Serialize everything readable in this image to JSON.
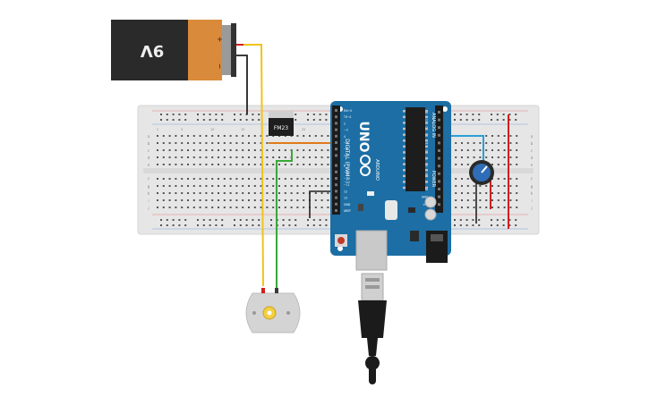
{
  "battery": {
    "label": "9V",
    "plus": "+",
    "minus": "−"
  },
  "mosfet": {
    "label": "FM23"
  },
  "arduino": {
    "brand": "UNO",
    "logo_text": "ARDUINO",
    "digital_label": "DIGITAL (PWM~)",
    "analog_label": "ANALOG IN",
    "power_label": "POWER",
    "pin_labels_top": [
      "AREF",
      "GND",
      "13",
      "12",
      "~11",
      "~10",
      "~9",
      "8"
    ],
    "pin_labels_bottom": [
      "7",
      "~6",
      "~5",
      "4",
      "~3",
      "2",
      "TX→1",
      "RX←0"
    ],
    "analog_pins": [
      "A0",
      "A1",
      "A2",
      "A3",
      "A4",
      "A5"
    ],
    "power_pins": [
      "IOREF",
      "RESET",
      "3.3V",
      "5V",
      "GND",
      "GND",
      "VIN"
    ]
  },
  "breadboard": {
    "row_letters_left": [
      "a",
      "b",
      "c",
      "d",
      "e",
      "f",
      "g",
      "h",
      "i",
      "j"
    ],
    "col_numbers": [
      "1",
      "5",
      "10",
      "15",
      "20",
      "25",
      "30"
    ]
  },
  "colors": {
    "wire_red": "#d11f1f",
    "wire_yellow": "#f0c419",
    "wire_green": "#3aa83a",
    "wire_orange": "#e07a1a",
    "wire_blue": "#2a9fd6",
    "wire_black": "#222222",
    "arduino_blue": "#1c6ea4",
    "breadboard": "#e6e6e6"
  }
}
